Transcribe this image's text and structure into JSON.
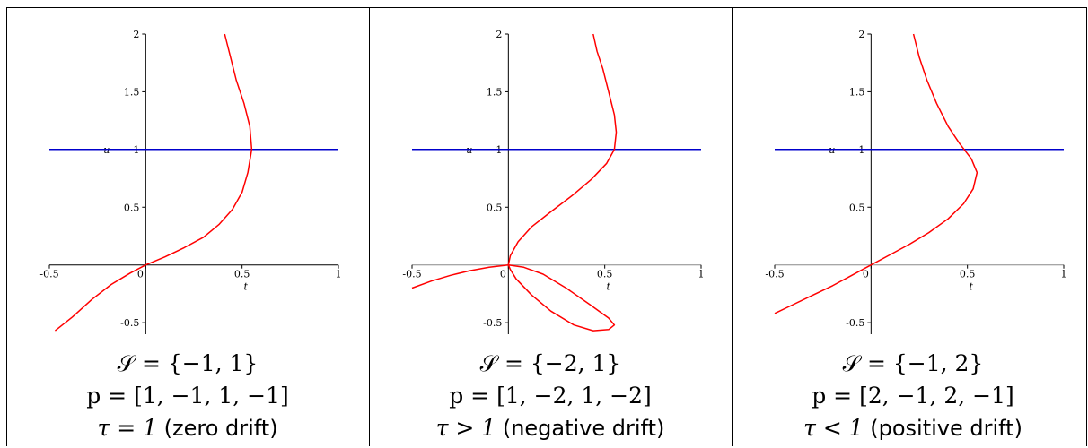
{
  "chart_data": [
    {
      "type": "line",
      "caption": {
        "set_prefix": "𝒮 = {",
        "set_values": "−1, 1",
        "set_suffix": "}",
        "p_label": "p = [1, −1, 1, −1]",
        "tau_math": "τ = 1",
        "tau_text": " (zero drift)"
      },
      "xlabel": "t",
      "ylabel": "u",
      "xlim": [
        -0.5,
        1
      ],
      "ylim": [
        -0.6,
        2
      ],
      "x_ticks": [
        "-0.5",
        "0",
        "0.5",
        "1"
      ],
      "y_ticks": [
        "-0.5",
        "0.5",
        "1",
        "1.5",
        "2"
      ],
      "series": [
        {
          "color": "#0000cc",
          "points": [
            [
              -0.5,
              1
            ],
            [
              1,
              1
            ]
          ]
        },
        {
          "color": "#ff0000",
          "points": [
            [
              -0.47,
              -0.57
            ],
            [
              -0.38,
              -0.45
            ],
            [
              -0.28,
              -0.3
            ],
            [
              -0.18,
              -0.17
            ],
            [
              -0.08,
              -0.07
            ],
            [
              0,
              0
            ],
            [
              0.1,
              0.07
            ],
            [
              0.2,
              0.15
            ],
            [
              0.3,
              0.24
            ],
            [
              0.38,
              0.35
            ],
            [
              0.45,
              0.48
            ],
            [
              0.5,
              0.63
            ],
            [
              0.53,
              0.8
            ],
            [
              0.55,
              1.0
            ],
            [
              0.54,
              1.2
            ],
            [
              0.51,
              1.4
            ],
            [
              0.47,
              1.6
            ],
            [
              0.44,
              1.8
            ],
            [
              0.41,
              2.0
            ]
          ]
        }
      ]
    },
    {
      "type": "line",
      "caption": {
        "set_prefix": "𝒮 = {",
        "set_values": "−2, 1",
        "set_suffix": "}",
        "p_label": "p = [1, −2, 1, −2]",
        "tau_math": "τ > 1",
        "tau_text": " (negative drift)"
      },
      "xlabel": "t",
      "ylabel": "u",
      "xlim": [
        -0.5,
        1
      ],
      "ylim": [
        -0.6,
        2
      ],
      "x_ticks": [
        "-0.5",
        "0",
        "0.5",
        "1"
      ],
      "y_ticks": [
        "-0.5",
        "0.5",
        "1",
        "1.5",
        "2"
      ],
      "series": [
        {
          "color": "#0000cc",
          "points": [
            [
              -0.5,
              1
            ],
            [
              1,
              1
            ]
          ]
        },
        {
          "color": "#ff0000",
          "points": [
            [
              -0.5,
              -0.2
            ],
            [
              -0.4,
              -0.14
            ],
            [
              -0.3,
              -0.09
            ],
            [
              -0.2,
              -0.05
            ],
            [
              -0.1,
              -0.02
            ],
            [
              0,
              0
            ],
            [
              0.08,
              -0.02
            ],
            [
              0.18,
              -0.08
            ],
            [
              0.3,
              -0.2
            ],
            [
              0.42,
              -0.34
            ],
            [
              0.52,
              -0.46
            ],
            [
              0.55,
              -0.52
            ],
            [
              0.52,
              -0.56
            ],
            [
              0.44,
              -0.57
            ],
            [
              0.34,
              -0.52
            ],
            [
              0.22,
              -0.4
            ],
            [
              0.12,
              -0.26
            ],
            [
              0.04,
              -0.12
            ],
            [
              0.01,
              -0.04
            ],
            [
              0,
              0
            ],
            [
              0.01,
              0.08
            ],
            [
              0.05,
              0.2
            ],
            [
              0.12,
              0.33
            ],
            [
              0.22,
              0.46
            ],
            [
              0.33,
              0.6
            ],
            [
              0.43,
              0.74
            ],
            [
              0.51,
              0.88
            ],
            [
              0.55,
              1.0
            ],
            [
              0.56,
              1.15
            ],
            [
              0.55,
              1.3
            ],
            [
              0.52,
              1.5
            ],
            [
              0.49,
              1.7
            ],
            [
              0.46,
              1.85
            ],
            [
              0.44,
              2.0
            ]
          ]
        }
      ]
    },
    {
      "type": "line",
      "caption": {
        "set_prefix": "𝒮 = {",
        "set_values": "−1, 2",
        "set_suffix": "}",
        "p_label": "p = [2, −1, 2, −1]",
        "tau_math": "τ < 1",
        "tau_text": " (positive drift)"
      },
      "xlabel": "t",
      "ylabel": "u",
      "xlim": [
        -0.5,
        1
      ],
      "ylim": [
        -0.6,
        2
      ],
      "x_ticks": [
        "-0.5",
        "0",
        "0.5",
        "1"
      ],
      "y_ticks": [
        "-0.5",
        "0.5",
        "1",
        "1.5",
        "2"
      ],
      "series": [
        {
          "color": "#0000cc",
          "points": [
            [
              -0.5,
              1
            ],
            [
              1,
              1
            ]
          ]
        },
        {
          "color": "#ff0000",
          "points": [
            [
              -0.5,
              -0.42
            ],
            [
              -0.4,
              -0.34
            ],
            [
              -0.3,
              -0.26
            ],
            [
              -0.2,
              -0.18
            ],
            [
              -0.1,
              -0.09
            ],
            [
              0,
              0
            ],
            [
              0.1,
              0.09
            ],
            [
              0.2,
              0.18
            ],
            [
              0.3,
              0.28
            ],
            [
              0.4,
              0.4
            ],
            [
              0.48,
              0.53
            ],
            [
              0.53,
              0.66
            ],
            [
              0.55,
              0.8
            ],
            [
              0.52,
              0.92
            ],
            [
              0.46,
              1.05
            ],
            [
              0.4,
              1.2
            ],
            [
              0.34,
              1.4
            ],
            [
              0.29,
              1.6
            ],
            [
              0.25,
              1.8
            ],
            [
              0.22,
              2.0
            ]
          ]
        }
      ]
    }
  ]
}
